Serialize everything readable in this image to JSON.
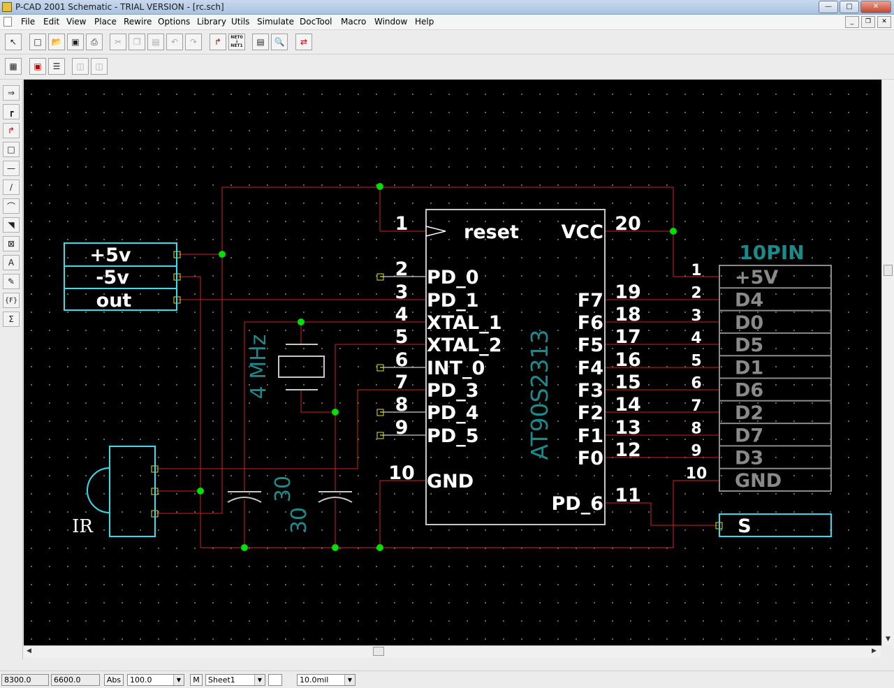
{
  "window": {
    "title": "P-CAD 2001 Schematic - TRIAL VERSION - [rc.sch]"
  },
  "menu": [
    "File",
    "Edit",
    "View",
    "Place",
    "Rewire",
    "Options",
    "Library",
    "Utils",
    "Simulate",
    "DocTool",
    "Macro",
    "Window",
    "Help"
  ],
  "schematic": {
    "header_labels": [
      "+5v",
      "-5v",
      "out"
    ],
    "chip": {
      "name": "AT90S2313",
      "left_pin_numbers": [
        "1",
        "2",
        "3",
        "4",
        "5",
        "6",
        "7",
        "8",
        "9",
        "10"
      ],
      "left_pin_names": [
        "reset",
        "PD_0",
        "PD_1",
        "XTAL_1",
        "XTAL_2",
        "INT_0",
        "PD_3",
        "PD_4",
        "PD_5",
        "GND"
      ],
      "right_pin_numbers": [
        "20",
        "19",
        "18",
        "17",
        "16",
        "15",
        "14",
        "13",
        "12",
        "11"
      ],
      "right_pin_names": [
        "VCC",
        "F7",
        "F6",
        "F5",
        "F4",
        "F3",
        "F2",
        "F1",
        "F0",
        "PD_6"
      ]
    },
    "crystal_label": "4 MHz",
    "cap1_value": "30",
    "cap2_value": "30",
    "ir_label": "IR",
    "connector": {
      "title": "10PIN",
      "pin_numbers": [
        "1",
        "2",
        "3",
        "4",
        "5",
        "6",
        "7",
        "8",
        "9",
        "10"
      ],
      "pin_names": [
        "+5V",
        "D4",
        "D0",
        "D5",
        "D1",
        "D6",
        "D2",
        "D7",
        "D3",
        "GND"
      ]
    },
    "port_s": "S",
    "colors": {
      "wire": "#d42020",
      "junction": "#00e000",
      "text": "#ffffff",
      "teal": "#1a8a8a",
      "cyan": "#30e0f0",
      "pin_end": "#e6e600",
      "body": "#c8c8c8",
      "grey_text": "#8a8a8a"
    }
  },
  "status": {
    "x": "8300.0",
    "y": "6600.0",
    "abs": "Abs",
    "zoom": "100.0",
    "m": "M",
    "sheet": "Sheet1",
    "grid": "10.0mil"
  }
}
